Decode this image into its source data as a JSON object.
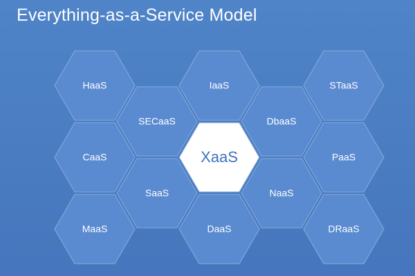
{
  "title": "Everything-as-a-Service Model",
  "colors": {
    "hex_fill": "#5a8bd0",
    "hex_stroke": "#7fa6da",
    "center_fill": "#ffffff",
    "center_text": "#3f72bd",
    "text": "#ffffff"
  },
  "hexagons": [
    {
      "id": "haas",
      "label": "HaaS"
    },
    {
      "id": "iaas",
      "label": "IaaS"
    },
    {
      "id": "staas",
      "label": "STaaS"
    },
    {
      "id": "secaas",
      "label": "SECaaS"
    },
    {
      "id": "dbaas",
      "label": "DbaaS"
    },
    {
      "id": "caas",
      "label": "CaaS"
    },
    {
      "id": "xaas",
      "label": "XaaS",
      "center": true
    },
    {
      "id": "paas",
      "label": "PaaS"
    },
    {
      "id": "saas",
      "label": "SaaS"
    },
    {
      "id": "naas",
      "label": "NaaS"
    },
    {
      "id": "maas",
      "label": "MaaS"
    },
    {
      "id": "daas",
      "label": "DaaS"
    },
    {
      "id": "draas",
      "label": "DRaaS"
    }
  ]
}
